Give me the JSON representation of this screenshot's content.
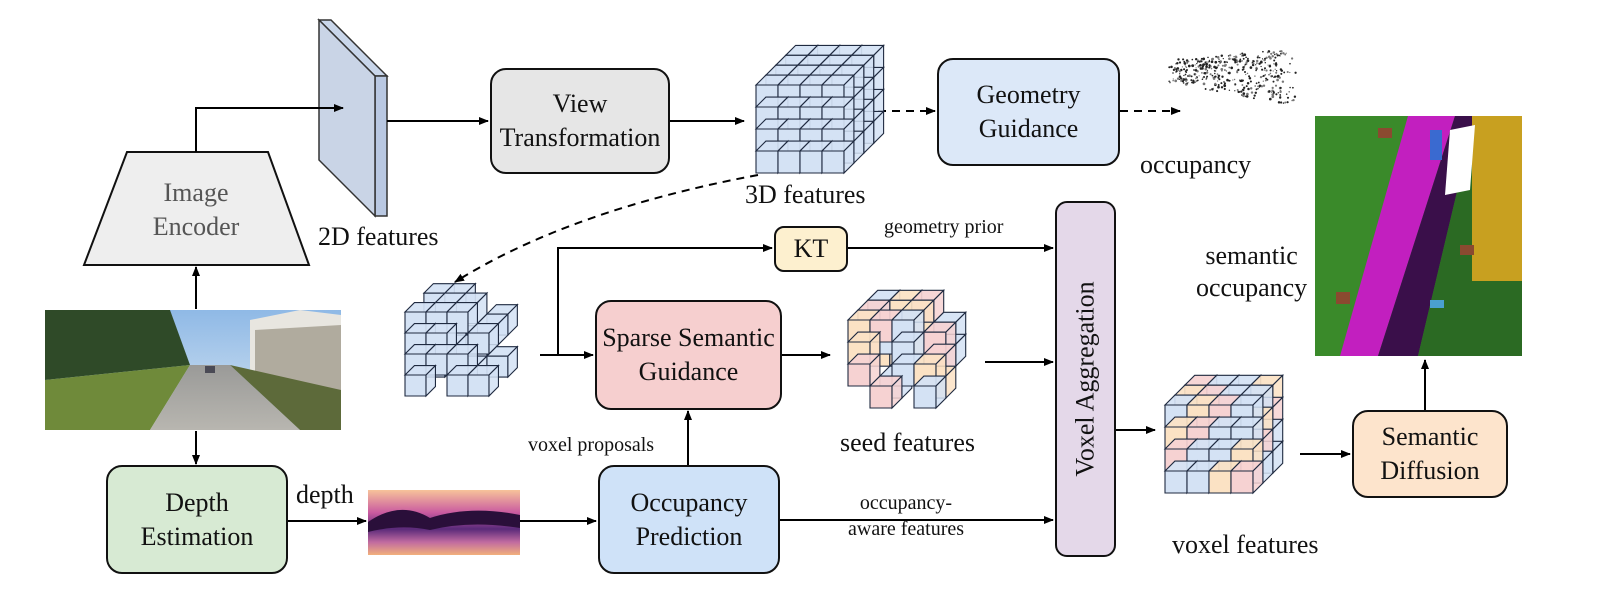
{
  "modules": {
    "image_encoder": "Image\nEncoder",
    "view_transformation": "View\nTransformation",
    "geometry_guidance": "Geometry\nGuidance",
    "kt": "KT",
    "sparse_semantic_guidance": "Sparse Semantic\nGuidance",
    "voxel_aggregation": "Voxel Aggregation",
    "depth_estimation": "Depth\nEstimation",
    "occupancy_prediction": "Occupancy\nPrediction",
    "semantic_diffusion": "Semantic\nDiffusion"
  },
  "labels": {
    "features_2d": "2D features",
    "features_3d": "3D features",
    "occupancy": "occupancy",
    "geometry_prior": "geometry prior",
    "semantic_occupancy": "semantic\noccupancy",
    "seed_features": "seed features",
    "voxel_proposals": "voxel proposals",
    "depth": "depth",
    "occupancy_aware_features": "occupancy-\naware features",
    "voxel_features": "voxel features"
  },
  "colors": {
    "view_transformation_fill": "#e6e6e6",
    "geometry_guidance_fill": "#dce8f8",
    "kt_fill": "#fdf0cf",
    "sparse_semantic_fill": "#f6cfcf",
    "voxel_aggregation_fill": "#e4d8e9",
    "depth_estimation_fill": "#d7ead3",
    "occupancy_prediction_fill": "#cfe2f8",
    "semantic_diffusion_fill": "#fde4cc",
    "cube_blue": "#d4e2f4",
    "cube_pink": "#f6d2d2",
    "cube_peach": "#fbe2c4"
  }
}
